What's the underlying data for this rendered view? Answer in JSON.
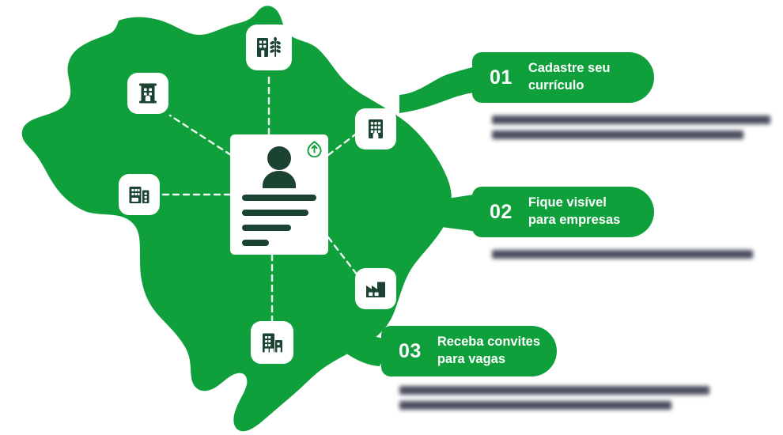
{
  "colors": {
    "map_green": "#0FA03C",
    "bubble_green": "#0FA03C",
    "card_white": "#FFFFFF",
    "icon_dark": "#1B4332",
    "text_white": "#FFFFFF",
    "blurred_text": "#3B3F52",
    "background": "#FFFFFF"
  },
  "map": {
    "name": "brazil-map",
    "label": "Brazil",
    "connector_style": "white-dashed"
  },
  "profile_card": {
    "name": "profile-card",
    "avatar_icon": "person-avatar-icon",
    "logo_icon": "leaf-arrow-logo-icon",
    "line_count": 4
  },
  "map_markers": [
    {
      "name": "marker-agribusiness",
      "icon": "building-wheat-icon"
    },
    {
      "name": "marker-office",
      "icon": "office-building-icon"
    },
    {
      "name": "marker-tower",
      "icon": "tower-building-icon"
    },
    {
      "name": "marker-duo",
      "icon": "two-buildings-icon"
    },
    {
      "name": "marker-factory",
      "icon": "factory-icon"
    },
    {
      "name": "marker-complex",
      "icon": "building-complex-icon"
    }
  ],
  "callouts": [
    {
      "number": "01",
      "title": "Cadastre seu\ncurrículo",
      "body_redacted": true,
      "body_lines": 2
    },
    {
      "number": "02",
      "title": "Fique visível\npara empresas",
      "body_redacted": true,
      "body_lines": 1
    },
    {
      "number": "03",
      "title": "Receba convites\npara vagas",
      "body_redacted": true,
      "body_lines": 2
    }
  ]
}
